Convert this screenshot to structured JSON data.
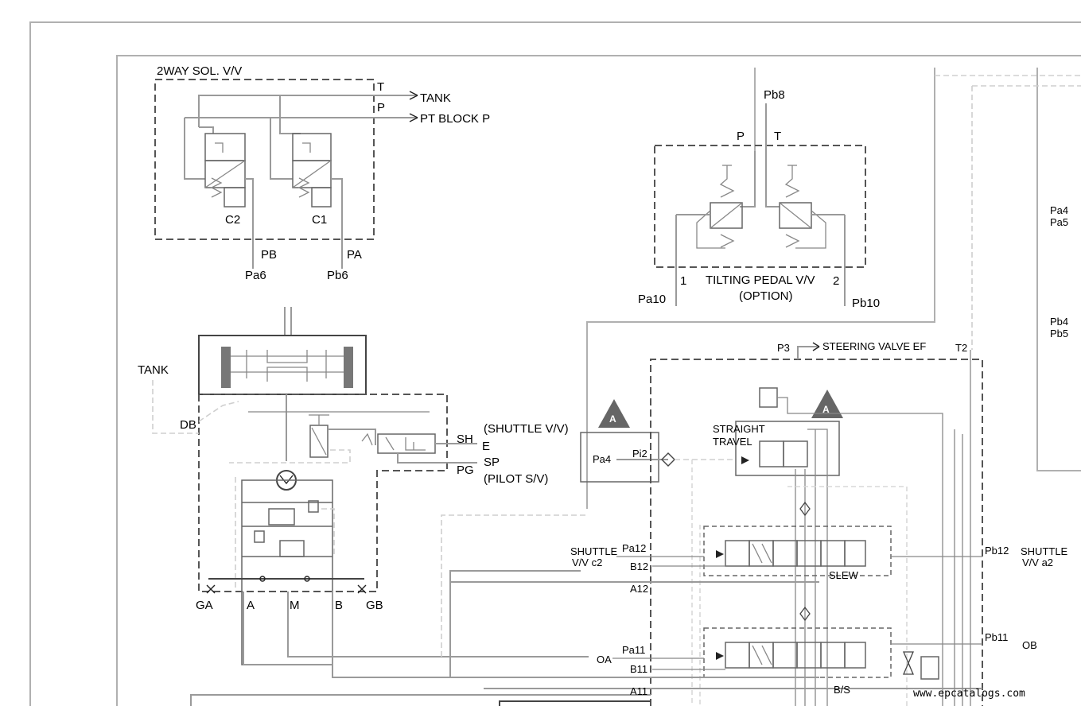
{
  "solenoid_block": {
    "title": "2WAY SOL. V/V",
    "port_t": "T",
    "port_p": "P",
    "tank_label": "TANK",
    "pt_block_label": "PT BLOCK P",
    "coil_c2": "C2",
    "coil_c1": "C1",
    "port_pb": "PB",
    "port_pa": "PA",
    "line_pa6": "Pa6",
    "line_pb6": "Pb6"
  },
  "pedal_valve": {
    "line_pb8": "Pb8",
    "port_p": "P",
    "port_t": "T",
    "port_1": "1",
    "port_2": "2",
    "title": "TILTING PEDAL V/V",
    "subtitle": "(OPTION)",
    "line_pa10": "Pa10",
    "line_pb10": "Pb10"
  },
  "right_edge": {
    "pa4": "Pa4",
    "pa5": "Pa5",
    "pb4": "Pb4",
    "pb5": "Pb5"
  },
  "swing_motor": {
    "tank_label": "TANK",
    "port_db": "DB",
    "port_sh": "SH",
    "port_e": "E",
    "shuttle_label": "(SHUTTLE V/V)",
    "port_sp": "SP",
    "port_pg": "PG",
    "pilot_label": "(PILOT S/V)",
    "port_ga": "GA",
    "port_a": "A",
    "port_m": "M",
    "port_b": "B",
    "port_gb": "GB"
  },
  "shuttle_block": {
    "badge": "A",
    "port_pa4": "Pa4",
    "port_pi2": "Pi2"
  },
  "main_valve": {
    "port_p3": "P3",
    "steering_label": "STEERING VALVE EF",
    "port_t2": "T2",
    "badge": "A",
    "straight_travel_1": "STRAIGHT",
    "straight_travel_2": "TRAVEL",
    "shuttle_c2_1": "SHUTTLE",
    "shuttle_c2_2": "V/V c2",
    "port_pa12": "Pa12",
    "port_b12": "B12",
    "port_a12": "A12",
    "slew_label": "SLEW",
    "port_pb12": "Pb12",
    "shuttle_a2_1": "SHUTTLE",
    "shuttle_a2_2": "V/V a2",
    "port_oa": "OA",
    "port_pa11": "Pa11",
    "port_b11": "B11",
    "port_a11": "A11",
    "port_pb11": "Pb11",
    "port_ob": "OB",
    "bs_label": "B/S"
  },
  "watermark": "www.epcatalogs.com"
}
